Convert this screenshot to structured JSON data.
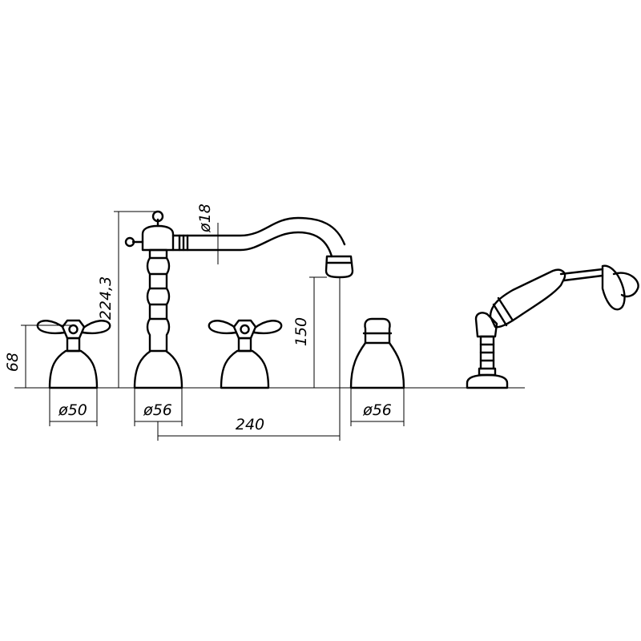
{
  "dimensions": {
    "handle_height": "68",
    "spout_total_height": "224,3",
    "spout_pipe_diameter": "ø18",
    "spout_outlet_height": "150",
    "handle_left_base_diameter": "ø50",
    "spout_base_diameter": "ø56",
    "centre_spacing": "240",
    "diverter_base_diameter": "ø56"
  },
  "colors": {
    "line": "#000000",
    "background": "#ffffff"
  }
}
